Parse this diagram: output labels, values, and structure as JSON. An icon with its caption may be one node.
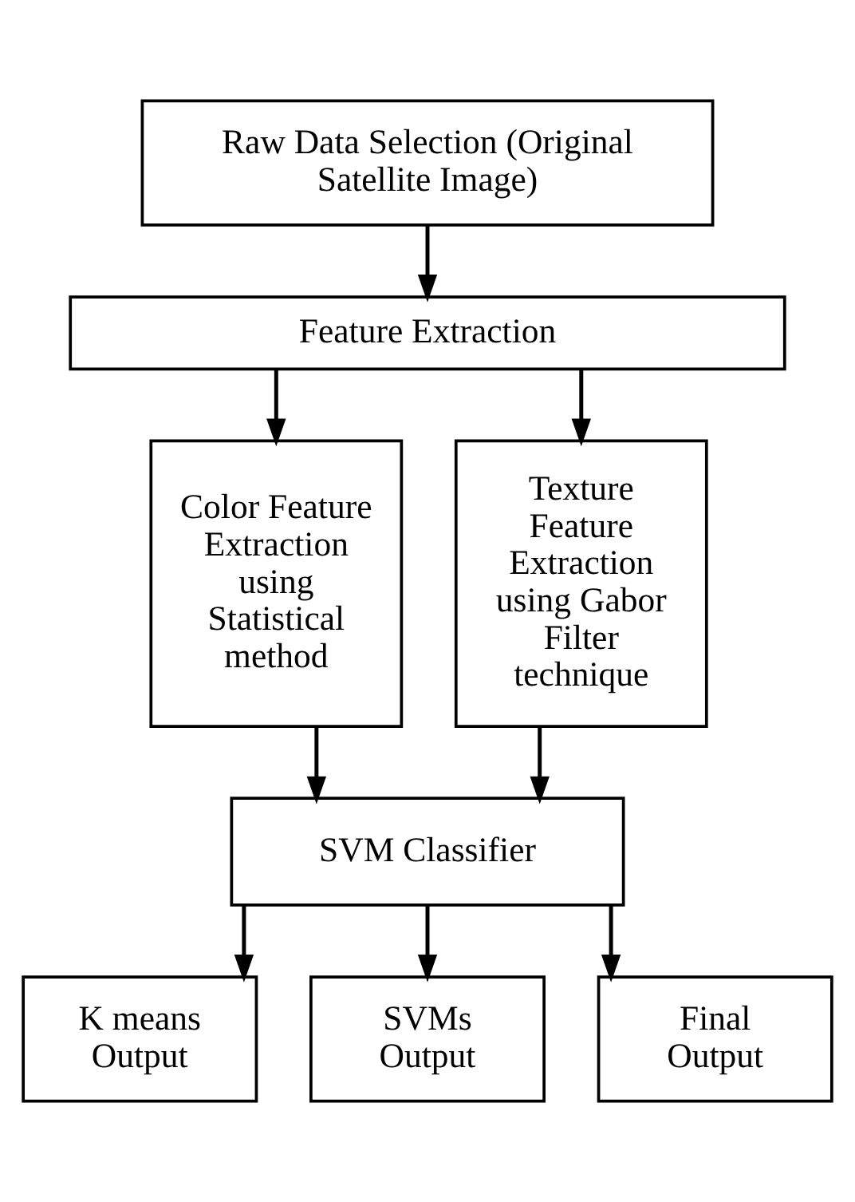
{
  "diagram": {
    "nodes": [
      {
        "text": [
          "Raw Data Selection (Original Satellite Image)"
        ]
      },
      {
        "text": [
          "Feature Extraction"
        ]
      },
      {
        "text": [
          "Color Feature Extraction using Statistical method"
        ]
      },
      {
        "text": [
          "Texture Feature Extraction using Gabor Filter technique"
        ]
      },
      {
        "text": [
          "SVM Classifier"
        ]
      },
      {
        "text": [
          "K means Output"
        ]
      },
      {
        "text": [
          "SVMs Output"
        ]
      },
      {
        "text": [
          "Final Output"
        ]
      }
    ],
    "edges": [
      {
        "from": 0,
        "to": 1,
        "arrow": "to"
      },
      {
        "from": 1,
        "to": 2,
        "arrow": "to"
      },
      {
        "from": 1,
        "to": 3,
        "arrow": "to"
      },
      {
        "from": 2,
        "to": 4,
        "arrow": "to"
      },
      {
        "from": 3,
        "to": 4,
        "arrow": "to"
      },
      {
        "from": 4,
        "to": 5,
        "arrow": "to"
      },
      {
        "from": 4,
        "to": 6,
        "arrow": "to"
      },
      {
        "from": 4,
        "to": 7,
        "arrow": "to"
      }
    ]
  }
}
